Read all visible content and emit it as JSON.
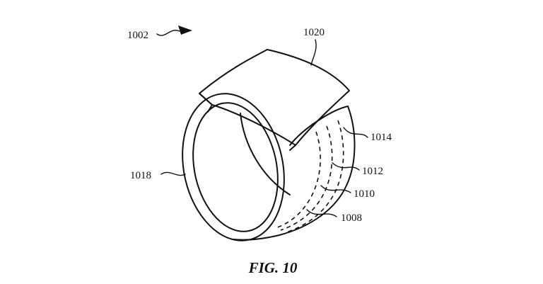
{
  "figure": {
    "caption": "FIG. 10",
    "labels": {
      "device": "1002",
      "flap": "1020",
      "layer_outer": "1014",
      "layer_second": "1012",
      "layer_third": "1010",
      "layer_inner": "1008",
      "band_edge": "1018"
    }
  }
}
